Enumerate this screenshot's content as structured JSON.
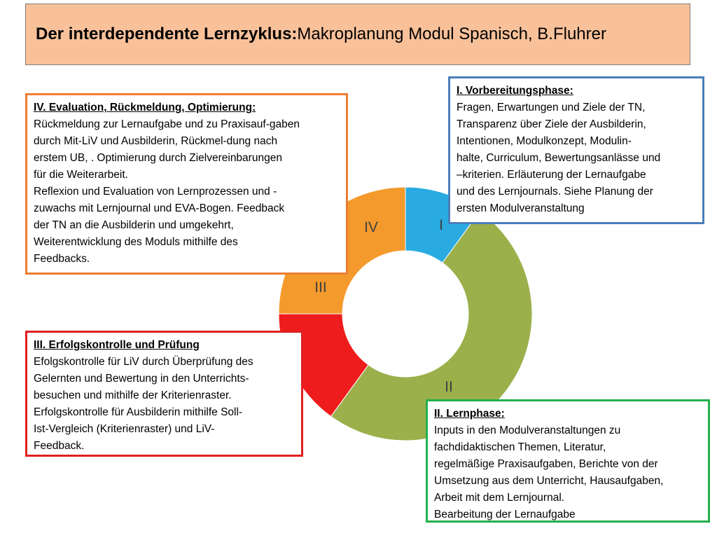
{
  "title": {
    "bold": "Der interdependente Lernzyklus:",
    "normal": " Makroplanung Modul Spanisch, B.Fluhrer"
  },
  "colors": {
    "title_background": "#f9c19a",
    "phase_i": "#29abe2",
    "phase_ii": "#9bb04a",
    "phase_iii": "#ee1c1c",
    "phase_iv": "#f49a2c",
    "border_i": "#4a7ebb",
    "border_ii": "#22b14c",
    "border_iii": "#e02020",
    "border_iv": "#ed7d31"
  },
  "cycle": {
    "segments": [
      {
        "label": "I",
        "fraction": 0.1,
        "color": "#29abe2"
      },
      {
        "label": "II",
        "fraction": 0.5,
        "color": "#9bb04a"
      },
      {
        "label": "III",
        "fraction": 0.15,
        "color": "#ee1c1c"
      },
      {
        "label": "IV",
        "fraction": 0.25,
        "color": "#f49a2c"
      }
    ]
  },
  "phases": {
    "iv": {
      "heading": "IV. Evaluation, Rückmeldung, Optimierung:",
      "lines": [
        "Rückmeldung zur Lernaufgabe und zu Praxisauf-gaben",
        "durch Mit-LiV und Ausbilderin, Rückmel-dung nach",
        "erstem UB, . Optimierung durch Zielvereinbarungen",
        "für die Weiterarbeit.",
        "Reflexion und Evaluation von Lernprozessen und -",
        "zuwachs mit Lernjournal und EVA-Bogen. Feedback",
        "der TN an die Ausbilderin und umgekehrt,",
        "Weiterentwicklung des Moduls mithilfe des",
        "Feedbacks."
      ]
    },
    "i": {
      "heading": "I. Vorbereitungsphase:",
      "lines": [
        "Fragen, Erwartungen und Ziele  der TN,",
        "Transparenz über Ziele der Ausbilderin,",
        "Intentionen, Modulkonzept, Modulin-",
        "halte, Curriculum, Bewertungsanlässe und",
        "–kriterien. Erläuterung der Lernaufgabe",
        "und des Lernjournals. Siehe Planung der",
        "ersten Modulveranstaltung"
      ]
    },
    "iii": {
      "heading": "III. Erfolgskontrolle und Prüfung",
      "lines": [
        "Efolgskontrolle für LiV durch Überprüfung des",
        "Gelernten und Bewertung in den Unterrichts-",
        "besuchen und mithilfe der Kriterienraster.",
        "Erfolgskontrolle für Ausbilderin mithilfe Soll-",
        "Ist-Vergleich (Kriterienraster) und LiV-",
        "Feedback."
      ]
    },
    "ii": {
      "heading": "II. Lernphase:",
      "lines": [
        "Inputs in den Modulveranstaltungen zu",
        "fachdidaktischen Themen, Literatur,",
        "regelmäßige Praxisaufgaben, Berichte  von der",
        "Umsetzung aus dem Unterricht, Hausaufgaben,",
        "Arbeit mit dem Lernjournal.",
        "Bearbeitung der Lernaufgabe"
      ]
    }
  }
}
